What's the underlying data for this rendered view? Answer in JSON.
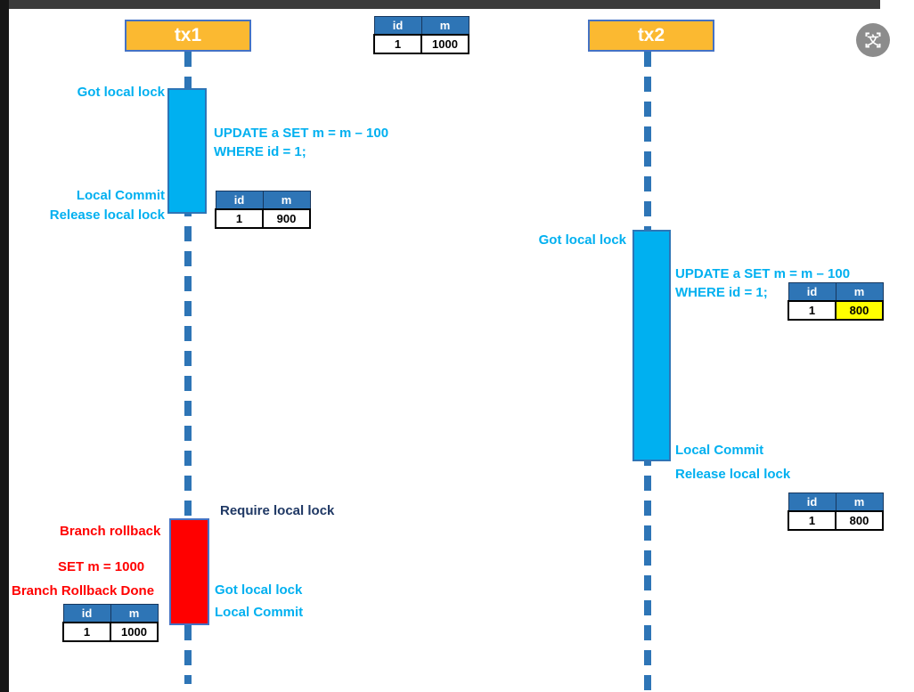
{
  "colors": {
    "actor_fill": "#FBB931",
    "actor_border": "#4472C4",
    "activation_blue": "#00B0F0",
    "rollback_red": "#FF0000",
    "bar_border": "#2E75B6",
    "lifeline_blue": "#2E75B6",
    "table_header_bg": "#2E75B6",
    "highlight_yellow": "#FFFF00",
    "text_cyan": "#00B0F0",
    "text_navy": "#1F3864",
    "text_red": "#FF0000"
  },
  "toolbar": {
    "translate_icon": "translate-icon"
  },
  "tx1": {
    "title": "tx1",
    "got_local_lock": "Got local lock",
    "update_line1": "UPDATE a SET m = m – 100",
    "update_line2": "WHERE id = 1;",
    "local_commit": "Local Commit",
    "release_local_lock": "Release local lock"
  },
  "tx2": {
    "title": "tx2",
    "got_local_lock": "Got local lock",
    "update_line1": "UPDATE a SET m = m – 100",
    "update_line2": "WHERE id = 1;",
    "local_commit": "Local Commit",
    "release_local_lock": "Release local lock"
  },
  "rollback": {
    "require_local_lock": "Require local lock",
    "branch_rollback": "Branch rollback",
    "set_m": "SET m = 1000",
    "branch_rollback_done": "Branch Rollback Done",
    "got_local_lock": "Got local lock",
    "local_commit": "Local Commit"
  },
  "tables": {
    "initial": {
      "headers": [
        "id",
        "m"
      ],
      "row": [
        "1",
        "1000"
      ]
    },
    "after_tx1": {
      "headers": [
        "id",
        "m"
      ],
      "row": [
        "1",
        "900"
      ]
    },
    "tx2_update": {
      "headers": [
        "id",
        "m"
      ],
      "row": [
        "1",
        "800"
      ],
      "highlight_column": "m"
    },
    "after_tx2": {
      "headers": [
        "id",
        "m"
      ],
      "row": [
        "1",
        "800"
      ]
    },
    "after_rollback": {
      "headers": [
        "id",
        "m"
      ],
      "row": [
        "1",
        "1000"
      ]
    }
  }
}
